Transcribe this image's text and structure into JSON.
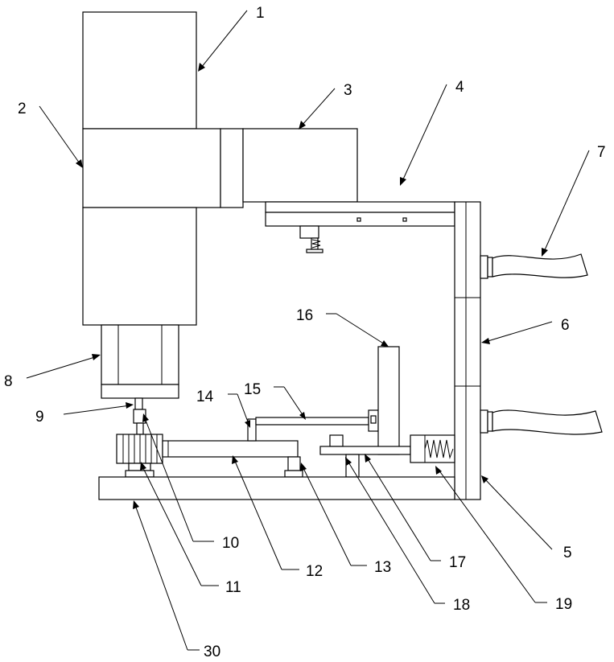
{
  "colors": {
    "line": "#000000",
    "background": "#ffffff"
  },
  "labels": {
    "l1": "1",
    "l2": "2",
    "l3": "3",
    "l4": "4",
    "l5": "5",
    "l6": "6",
    "l7": "7",
    "l8": "8",
    "l9": "9",
    "l10": "10",
    "l11": "11",
    "l12": "12",
    "l13": "13",
    "l14": "14",
    "l15": "15",
    "l16": "16",
    "l17": "17",
    "l18": "18",
    "l19": "19",
    "l30": "30"
  }
}
